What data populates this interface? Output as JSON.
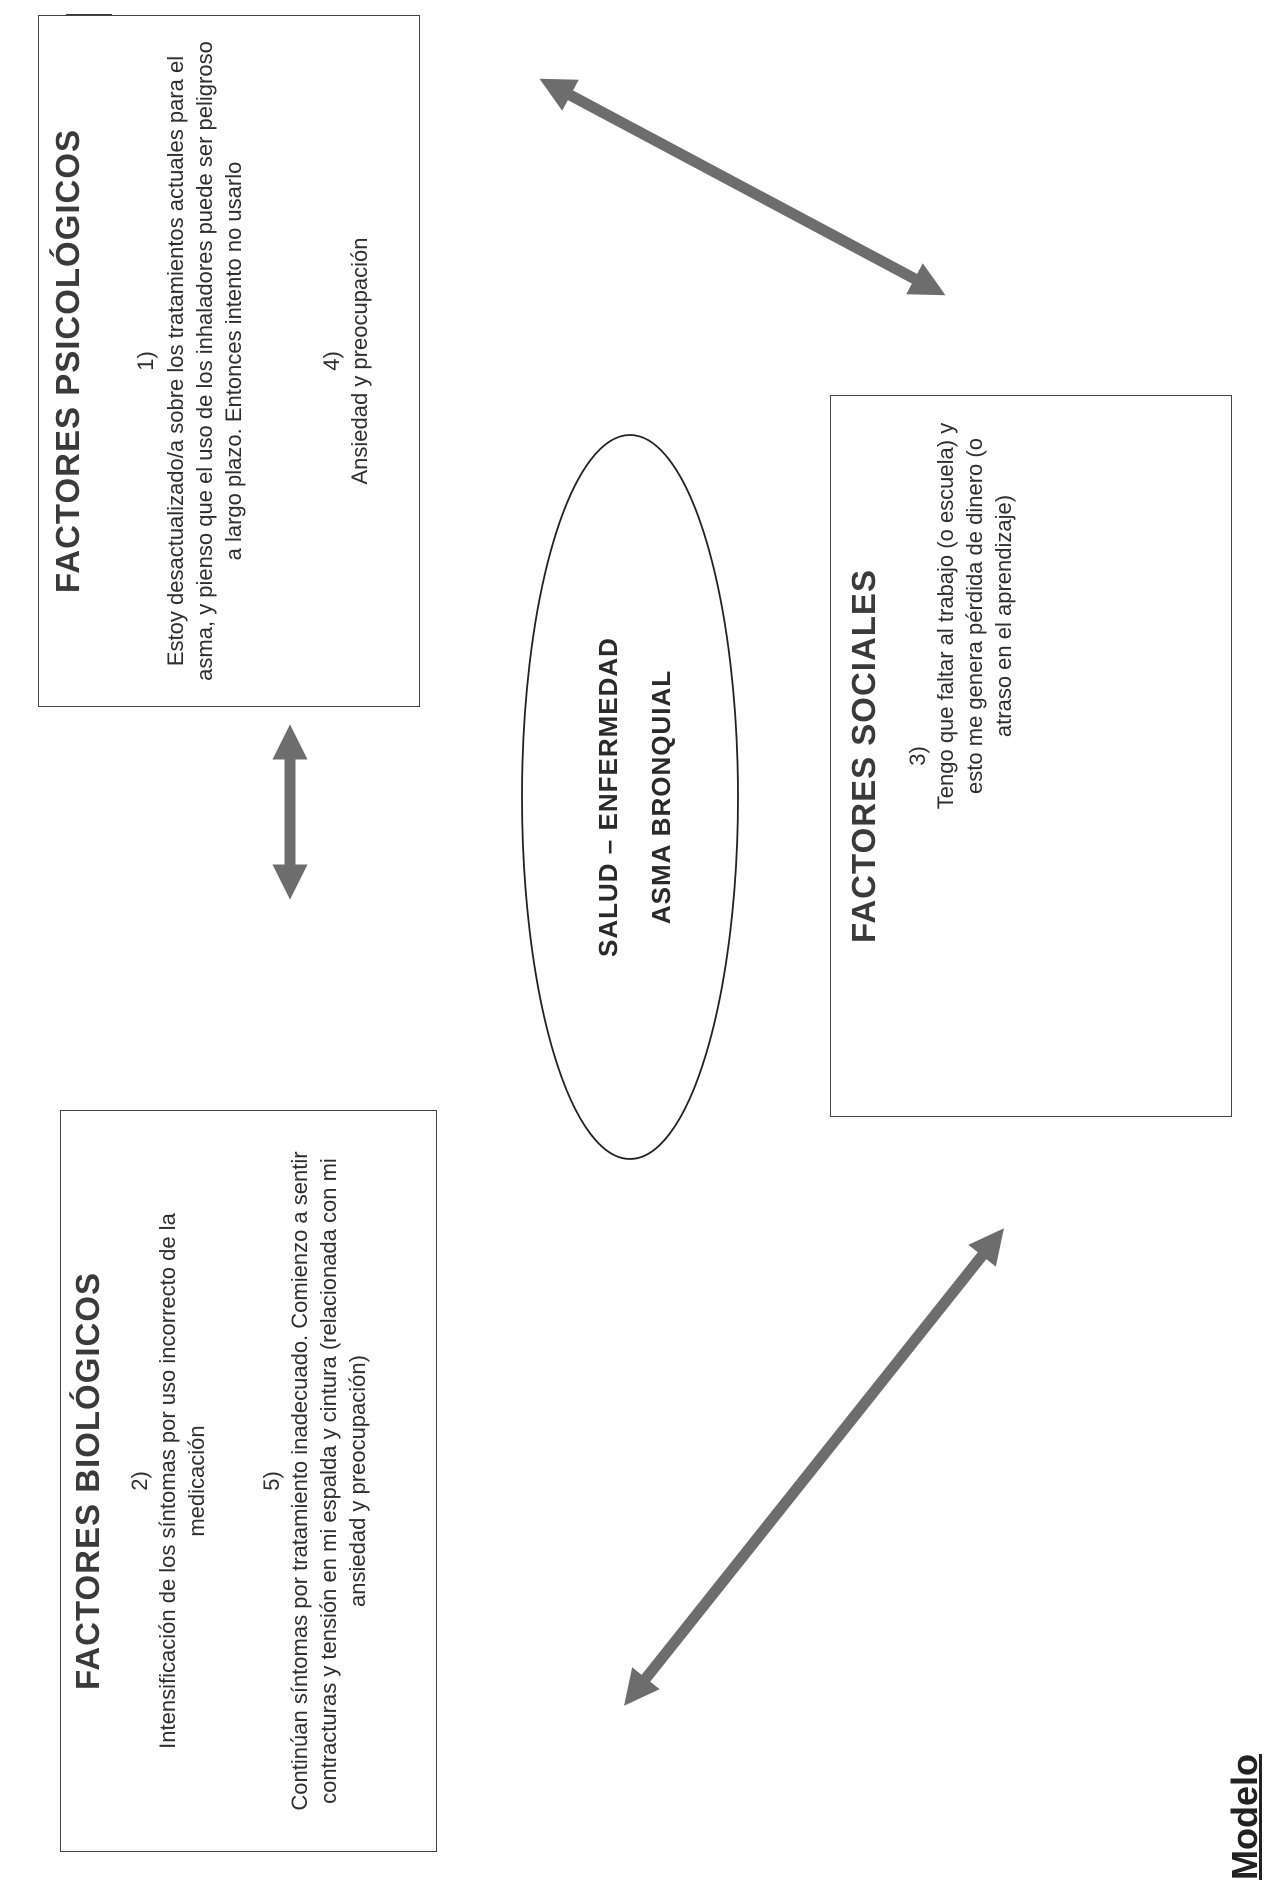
{
  "page_heading": "Modelo",
  "center": {
    "line1": "SALUD – ENFERMEDAD",
    "line2": "ASMA BRONQUIAL"
  },
  "biologicos": {
    "title": "FACTORES  BIOLÓGICOS",
    "item2_number": "2)",
    "item2_text": "Intensificación de los síntomas por uso incorrecto de la medicación",
    "item5_number": "5)",
    "item5_text": "Continúan síntomas por tratamiento inadecuado. Comienzo a sentir contracturas y tensión en mi espalda y cintura (relacionada con mi ansiedad y preocupación)"
  },
  "psicologicos": {
    "title": "FACTORES  PSICOLÓGICOS",
    "item1_number": "1)",
    "item1_text": "Estoy desactualizado/a sobre los tratamientos actuales para el asma, y pienso que el uso de los inhaladores puede ser peligroso a largo plazo. Entonces intento no usarlo",
    "item4_number": "4)",
    "item4_text": "Ansiedad y preocupación"
  },
  "sociales": {
    "title": "FACTORES  SOCIALES",
    "item3_number": "3)",
    "item3_text": "Tengo que faltar al trabajo (o escuela) y esto me genera pérdida de dinero (o atraso en el aprendizaje)"
  },
  "icons": [
    "doctor-clipart-icon",
    "worried-face-icon",
    "stick-figure-rising-chart-icon",
    "double-arrow-icon"
  ],
  "colors": {
    "arrow": "#6d6d6d",
    "border": "#444444",
    "chart_bg": "#a9a9a9"
  }
}
